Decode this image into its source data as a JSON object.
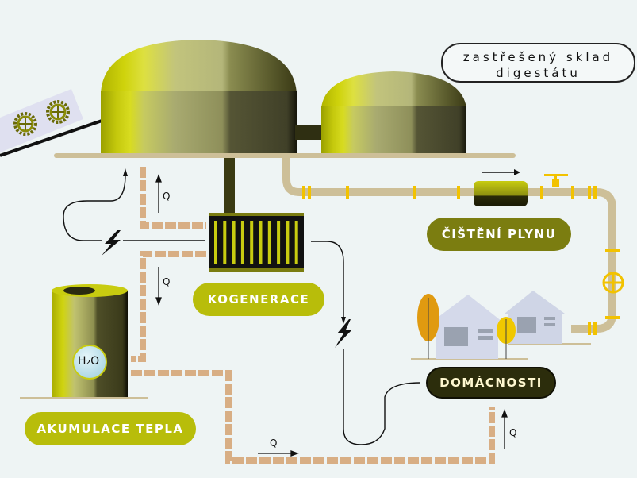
{
  "title": "Bioplynová stanice – schéma",
  "labels": {
    "storage_note_line1": "zastřešený sklad",
    "storage_note_line2": "digestátu",
    "gas_cleaning": "ČIŠTĚNÍ PLYNU",
    "cogeneration": "KOGENERACE",
    "households": "DOMÁCNOSTI",
    "heat_storage": "AKUMULACE TEPLA",
    "water": "H₂O",
    "heat_symbol": "Q"
  },
  "colors": {
    "background": "#eef4f4",
    "dome_lime": "#c8cc0a",
    "dome_dark": "#3a3a20",
    "gas_pipe": "#cdbf98",
    "flange": "#f2c200",
    "heat_pipe": "#d8ae84",
    "label_olive": "#7b7d10",
    "label_lime": "#b8bd0a",
    "label_dark": "#2c2d0c",
    "house": "#cfd5e6",
    "tree_orange": "#e09a10",
    "tree_yellow": "#f0c800"
  }
}
